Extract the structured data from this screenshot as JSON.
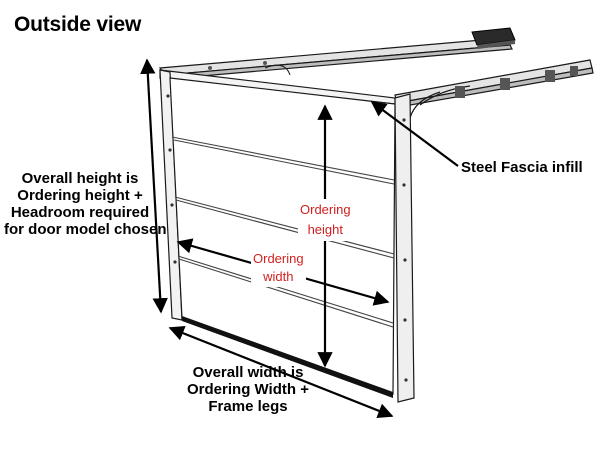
{
  "title": "Outside view",
  "labels": {
    "overall_height": [
      "Overall height is",
      "Ordering height +",
      "Headroom required",
      "for door model chosen"
    ],
    "steel_fascia": "Steel Fascia infill",
    "overall_width": [
      "Overall width is",
      "Ordering Width +",
      "Frame legs"
    ],
    "ordering_height": [
      "Ordering",
      "height"
    ],
    "ordering_width": [
      "Ordering",
      "width"
    ]
  },
  "colors": {
    "text": "#000000",
    "red_label": "#d21f1f",
    "door_panel": "#ffffff",
    "outline": "#1a1a1a",
    "rail": "#cfcfcf"
  }
}
